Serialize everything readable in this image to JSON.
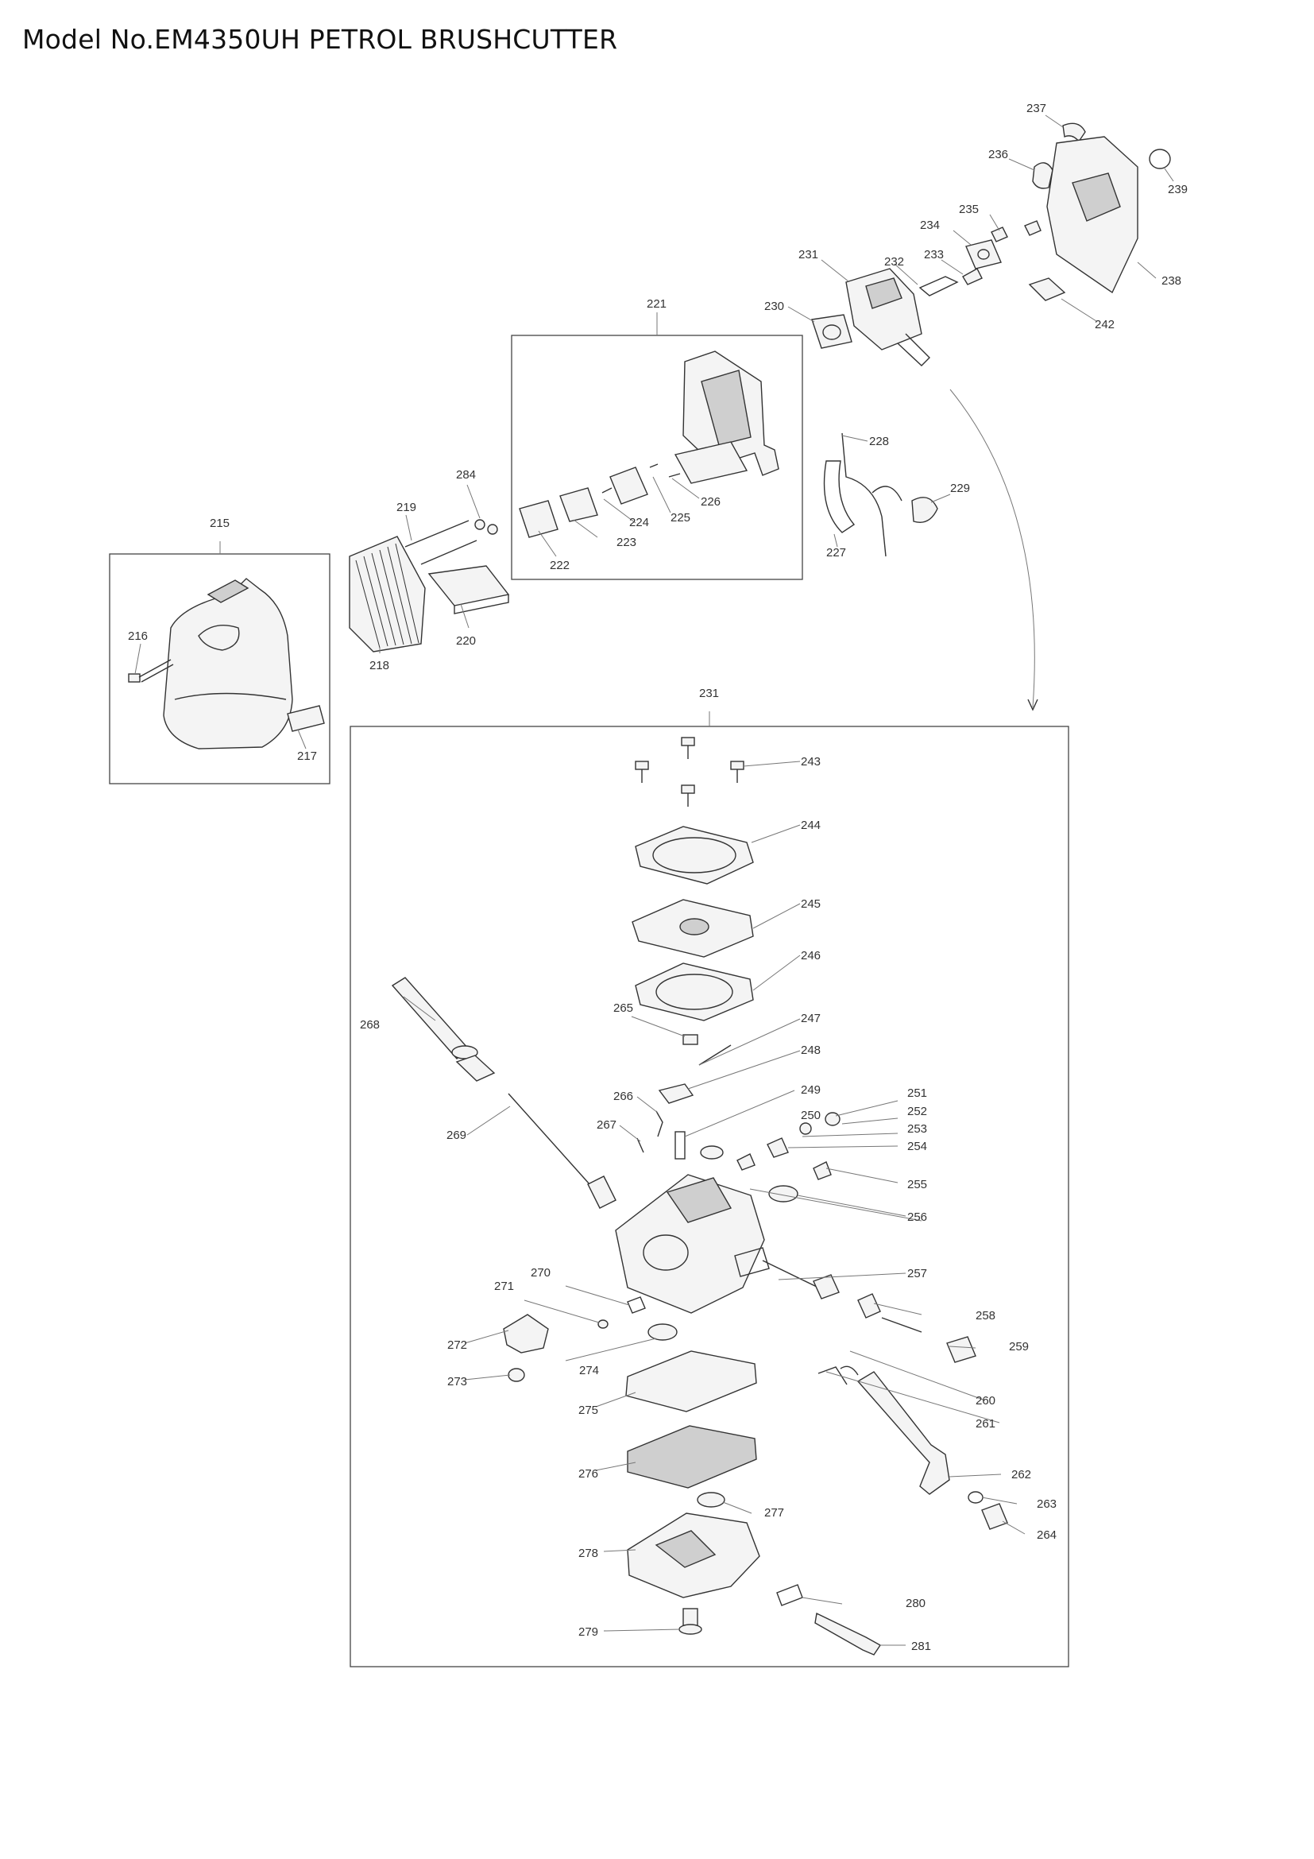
{
  "title": "Model No.EM4350UH PETROL BRUSHCUTTER",
  "callouts": [
    {
      "key": "215",
      "label": "215"
    },
    {
      "key": "216",
      "label": "216"
    },
    {
      "key": "217",
      "label": "217"
    },
    {
      "key": "218",
      "label": "218"
    },
    {
      "key": "219",
      "label": "219"
    },
    {
      "key": "220",
      "label": "220"
    },
    {
      "key": "221",
      "label": "221"
    },
    {
      "key": "222",
      "label": "222"
    },
    {
      "key": "223",
      "label": "223"
    },
    {
      "key": "224",
      "label": "224"
    },
    {
      "key": "225",
      "label": "225"
    },
    {
      "key": "226",
      "label": "226"
    },
    {
      "key": "227",
      "label": "227"
    },
    {
      "key": "228",
      "label": "228"
    },
    {
      "key": "229",
      "label": "229"
    },
    {
      "key": "230",
      "label": "230"
    },
    {
      "key": "231a",
      "label": "231"
    },
    {
      "key": "231b",
      "label": "231"
    },
    {
      "key": "232",
      "label": "232"
    },
    {
      "key": "233",
      "label": "233"
    },
    {
      "key": "234",
      "label": "234"
    },
    {
      "key": "235",
      "label": "235"
    },
    {
      "key": "236",
      "label": "236"
    },
    {
      "key": "237",
      "label": "237"
    },
    {
      "key": "238",
      "label": "238"
    },
    {
      "key": "239",
      "label": "239"
    },
    {
      "key": "242",
      "label": "242"
    },
    {
      "key": "243",
      "label": "243"
    },
    {
      "key": "244",
      "label": "244"
    },
    {
      "key": "245",
      "label": "245"
    },
    {
      "key": "246",
      "label": "246"
    },
    {
      "key": "247",
      "label": "247"
    },
    {
      "key": "248",
      "label": "248"
    },
    {
      "key": "249",
      "label": "249"
    },
    {
      "key": "250",
      "label": "250"
    },
    {
      "key": "251",
      "label": "251"
    },
    {
      "key": "252",
      "label": "252"
    },
    {
      "key": "253",
      "label": "253"
    },
    {
      "key": "254",
      "label": "254"
    },
    {
      "key": "255",
      "label": "255"
    },
    {
      "key": "256",
      "label": "256"
    },
    {
      "key": "257",
      "label": "257"
    },
    {
      "key": "258",
      "label": "258"
    },
    {
      "key": "259",
      "label": "259"
    },
    {
      "key": "260",
      "label": "260"
    },
    {
      "key": "261",
      "label": "261"
    },
    {
      "key": "262",
      "label": "262"
    },
    {
      "key": "263",
      "label": "263"
    },
    {
      "key": "264",
      "label": "264"
    },
    {
      "key": "265",
      "label": "265"
    },
    {
      "key": "266",
      "label": "266"
    },
    {
      "key": "267",
      "label": "267"
    },
    {
      "key": "268",
      "label": "268"
    },
    {
      "key": "269",
      "label": "269"
    },
    {
      "key": "270",
      "label": "270"
    },
    {
      "key": "271",
      "label": "271"
    },
    {
      "key": "272",
      "label": "272"
    },
    {
      "key": "273",
      "label": "273"
    },
    {
      "key": "274",
      "label": "274"
    },
    {
      "key": "275",
      "label": "275"
    },
    {
      "key": "276",
      "label": "276"
    },
    {
      "key": "277",
      "label": "277"
    },
    {
      "key": "278",
      "label": "278"
    },
    {
      "key": "279",
      "label": "279"
    },
    {
      "key": "280",
      "label": "280"
    },
    {
      "key": "281",
      "label": "281"
    },
    {
      "key": "284",
      "label": "284"
    }
  ]
}
